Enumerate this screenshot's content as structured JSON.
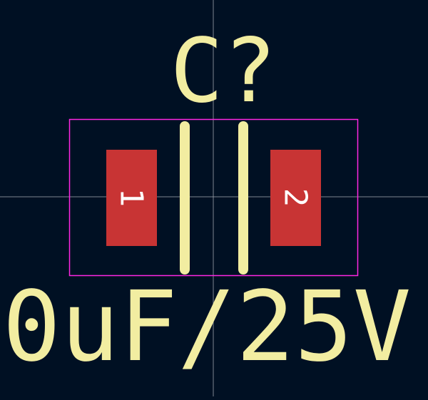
{
  "colors": {
    "background": "#001023",
    "crosshair": "#a9abb4",
    "courtyard": "#ff26e2",
    "silkscreen": "#f2eda1",
    "pad": "#c83434",
    "pad_label": "#ffffff"
  },
  "footprint": {
    "reference": "C?",
    "value": "0uF/25V",
    "pads": [
      {
        "number": "1",
        "icon": "smd-pad"
      },
      {
        "number": "2",
        "icon": "smd-pad"
      }
    ],
    "silkscreen_icon": "capacitor-plate-lines"
  }
}
